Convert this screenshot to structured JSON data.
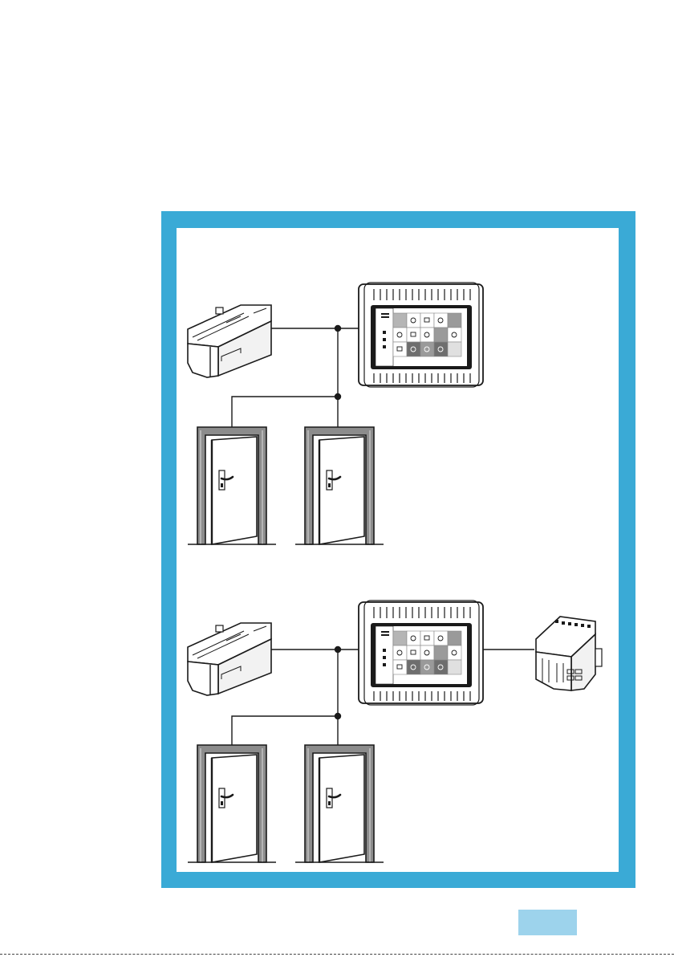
{
  "figure": {
    "frame_color": "#3aaad6",
    "tab_color": "#9dd3ec",
    "ink_color": "#1a1a1a",
    "panels": [
      {
        "devices": [
          "din-rail-module",
          "wall-terminal",
          "door",
          "door"
        ]
      },
      {
        "devices": [
          "din-rail-module",
          "wall-terminal",
          "din-rail-module-small",
          "door",
          "door"
        ]
      }
    ]
  },
  "icons": [
    "lock-icon",
    "unlock-icon",
    "bell-icon"
  ]
}
